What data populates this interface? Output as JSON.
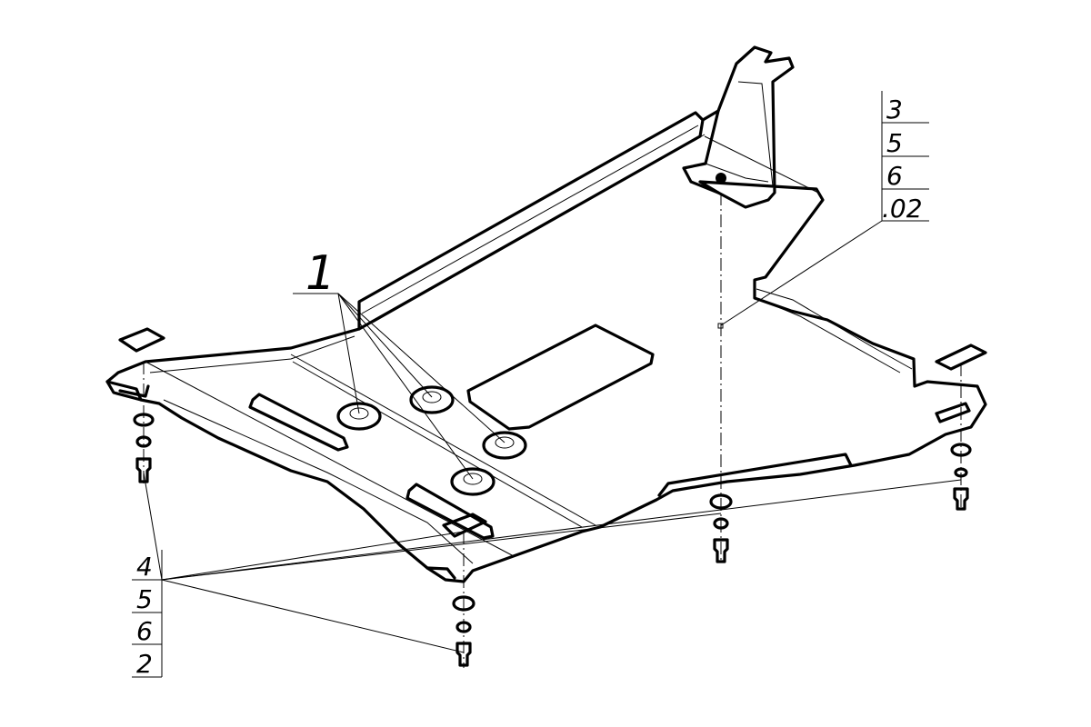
{
  "drawing": {
    "part_label": "1",
    "callout_right": [
      "3",
      "5",
      "6",
      ".02"
    ],
    "callout_left": [
      "4",
      "5",
      "6",
      "2"
    ]
  }
}
